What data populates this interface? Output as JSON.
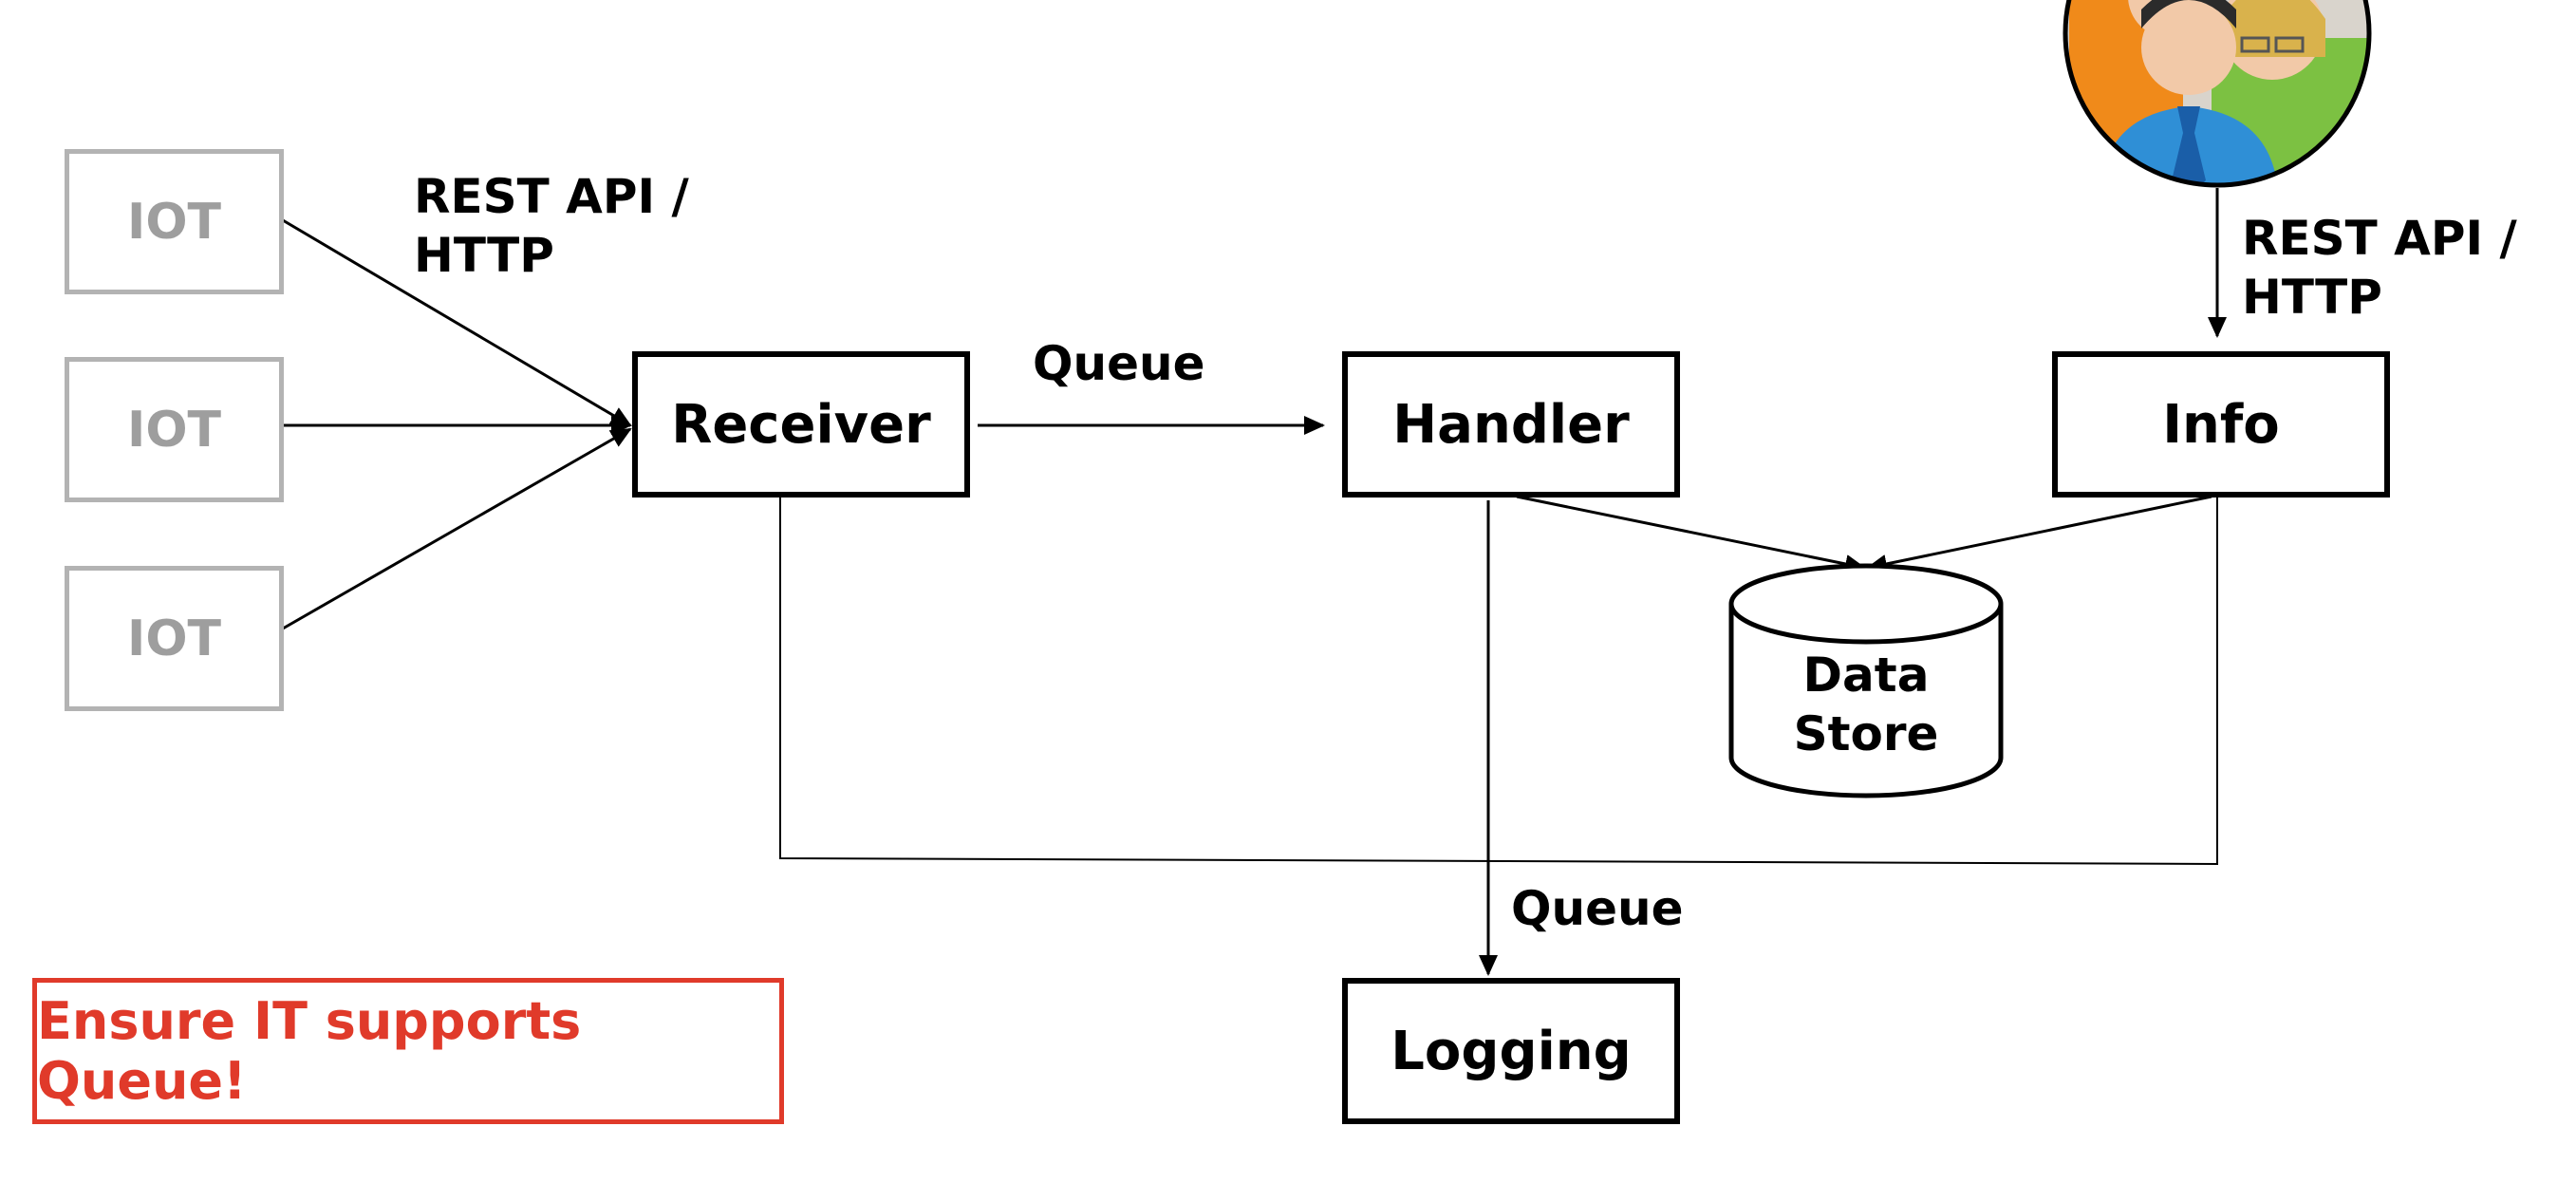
{
  "iot_devices": [
    {
      "label": "IOT"
    },
    {
      "label": "IOT"
    },
    {
      "label": "IOT"
    }
  ],
  "components": {
    "receiver": "Receiver",
    "handler": "Handler",
    "info": "Info",
    "logging": "Logging",
    "data_store": [
      "Data",
      "Store"
    ]
  },
  "edge_labels": {
    "iot_to_receiver": [
      "REST API /",
      "HTTP"
    ],
    "receiver_to_handler": "Queue",
    "users_to_info": [
      "REST API /",
      "HTTP"
    ],
    "to_logging": "Queue"
  },
  "users_image": {
    "icon": "users-group-icon"
  },
  "warning": {
    "text": "Ensure IT supports Queue!",
    "color": "#e03a2a"
  },
  "colors": {
    "iot_border": "#b3b3b3",
    "iot_text": "#9e9e9e",
    "warning": "#e03a2a"
  }
}
